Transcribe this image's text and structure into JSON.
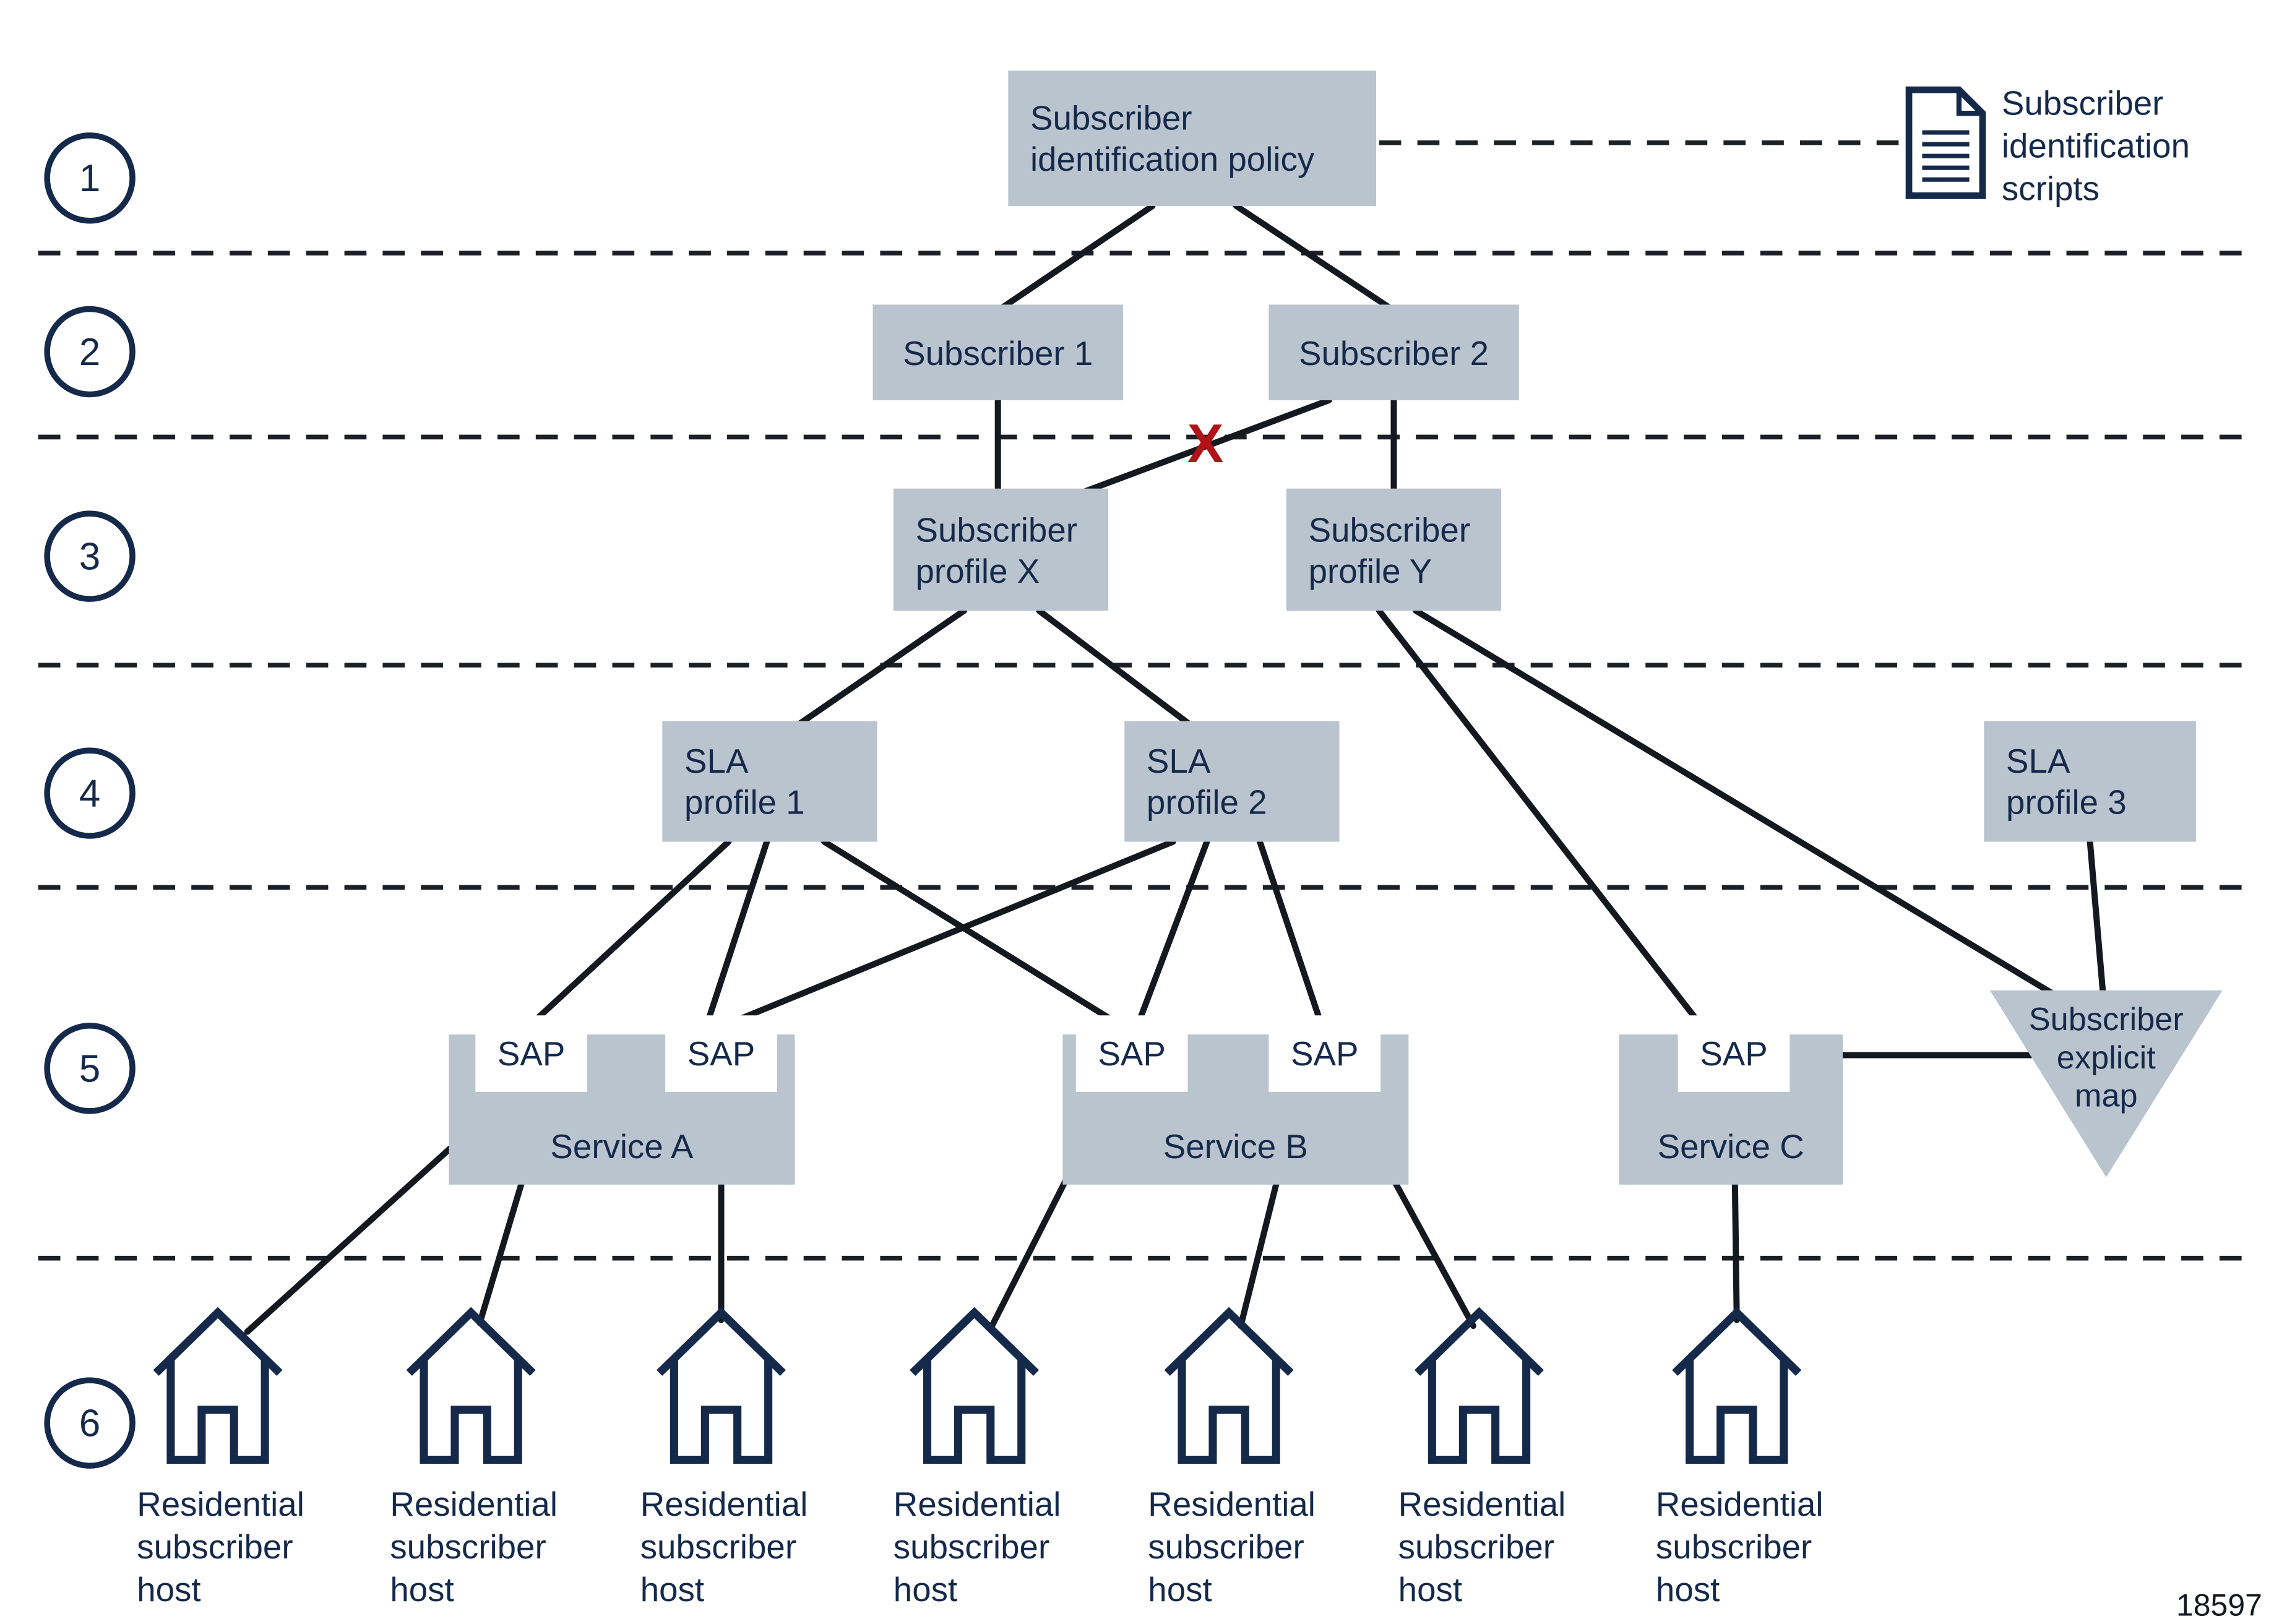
{
  "diagram": {
    "levels": [
      "1",
      "2",
      "3",
      "4",
      "5",
      "6"
    ],
    "nodes": {
      "policy": "Subscriber\nidentification policy",
      "subscriber1": "Subscriber 1",
      "subscriber2": "Subscriber 2",
      "profile_x": "Subscriber\nprofile X",
      "profile_y": "Subscriber\nprofile Y",
      "sla1": "SLA\nprofile 1",
      "sla2": "SLA\nprofile 2",
      "sla3": "SLA\nprofile 3",
      "service_a": "Service A",
      "service_b": "Service B",
      "service_c": "Service C",
      "sap": "SAP",
      "explicit_map": "Subscriber\nexplicit\nmap"
    },
    "annotations": {
      "scripts": "Subscriber\nidentification\nscripts",
      "host": "Residential\nsubscriber\nhost",
      "invalid_marker": "X",
      "figure_number": "18597"
    },
    "colors": {
      "node_fill": "#b9c4ce",
      "text": "#15294a",
      "line": "#14181f",
      "invalid_mark": "#b01218"
    }
  }
}
